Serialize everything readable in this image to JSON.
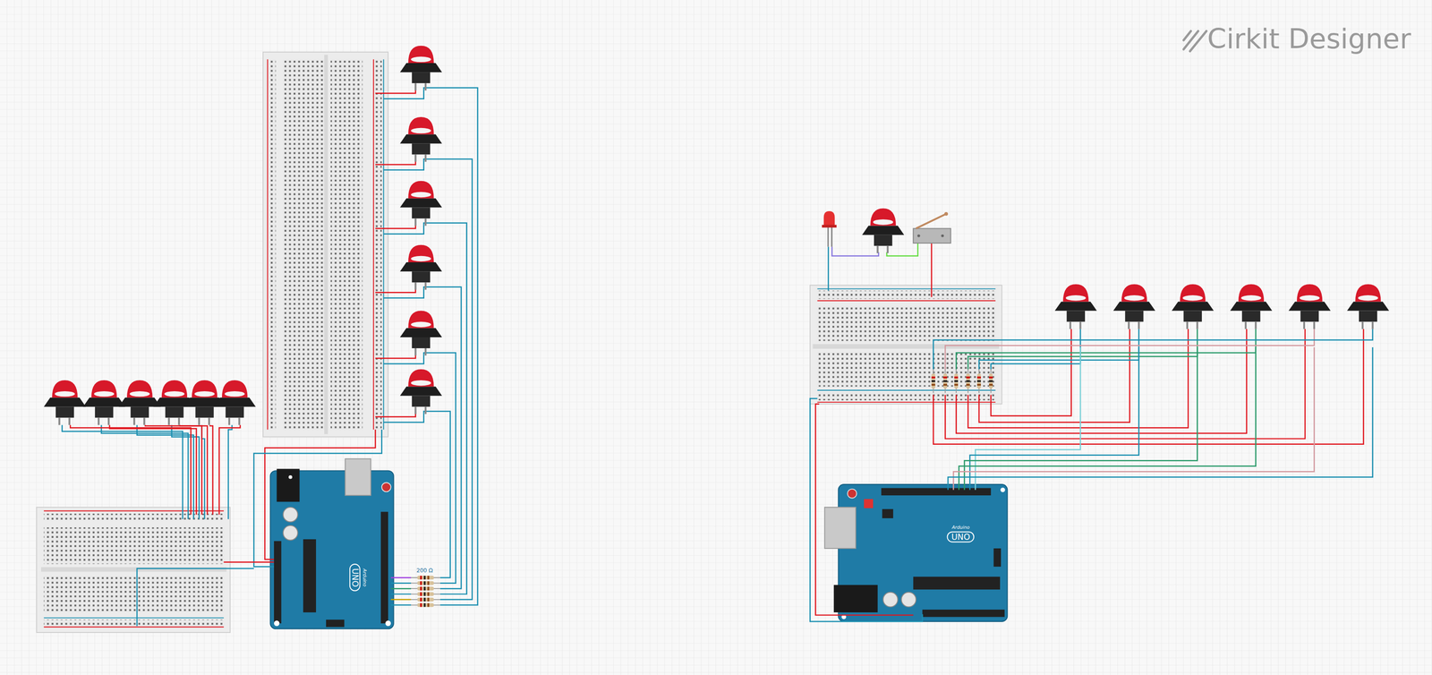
{
  "diagram": {
    "nodes": [
      {
        "text": [
          "Arduino",
          "UNO"
        ]
      },
      {
        "text": [
          "Arduino",
          "UNO"
        ]
      }
    ],
    "labels": [
      "Cirkit Designer",
      "200 Ω"
    ]
  }
}
